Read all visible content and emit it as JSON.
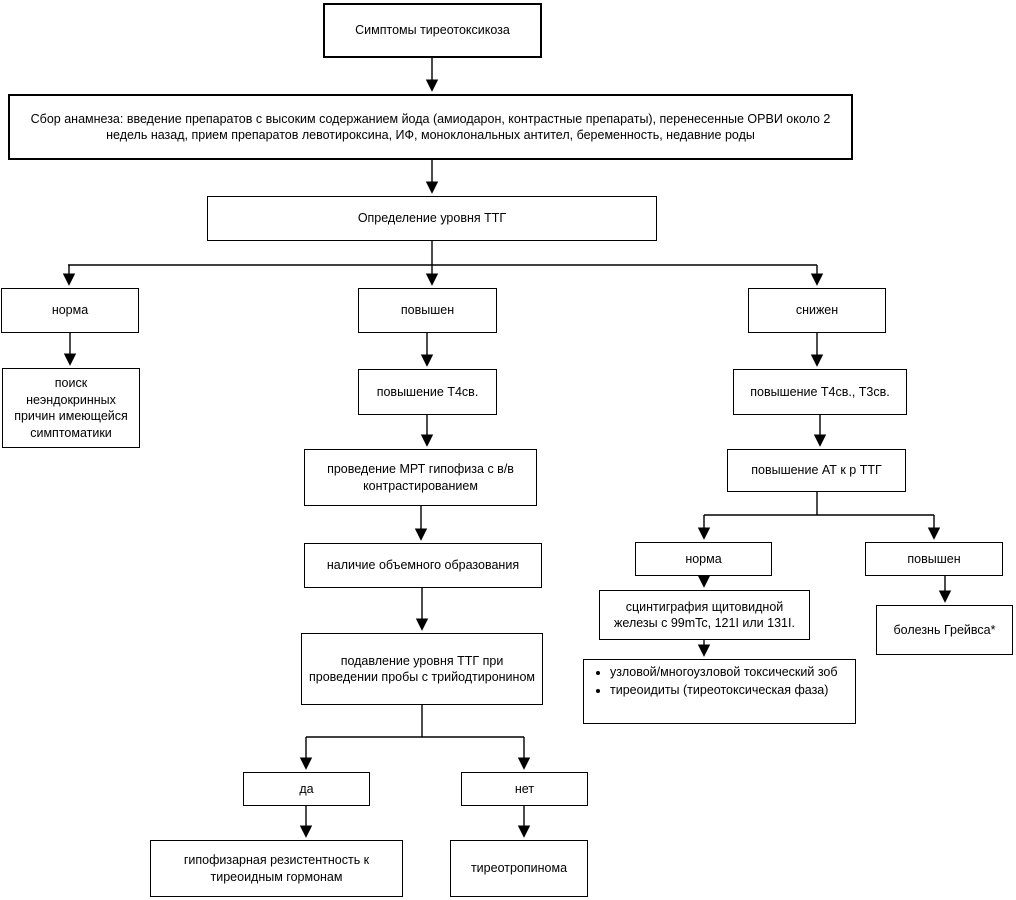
{
  "diagram_title": "Симптомы тиреотоксикоза",
  "nodes": {
    "symptoms": {
      "label": "Симптомы тиреотоксикоза"
    },
    "anamnesis": {
      "label": "Сбор анамнеза: введение препаратов с высоким содержанием йода (амиодарон, контрастные препараты), перенесенные ОРВИ около 2 недель назад, прием препаратов левотироксина, ИФ, моноклональных антител, беременность, недавние роды"
    },
    "tsh_level": {
      "label": "Определение уровня ТТГ"
    },
    "tsh_normal": {
      "label": "норма"
    },
    "tsh_elevated": {
      "label": "повышен"
    },
    "tsh_low": {
      "label": "снижен"
    },
    "nonendocrine_search": {
      "label": "поиск неэндокринных причин имеющейся симптоматики"
    },
    "t4_elevated": {
      "label": "повышение Т4св."
    },
    "pituitary_mri": {
      "label": "проведение МРТ гипофиза с в/в контрастированием"
    },
    "mass_lesion": {
      "label": "наличие объемного образования"
    },
    "tsh_suppression_test": {
      "label": "подавление уровня ТТГ при проведении пробы с трийодтиронином"
    },
    "yes": {
      "label": "да"
    },
    "no": {
      "label": "нет"
    },
    "pituitary_resistance": {
      "label": "гипофизарная резистентность к тиреоидным гормонам"
    },
    "thyrotropinoma": {
      "label": "тиреотропинома"
    },
    "t4_t3_elevated": {
      "label": "повышение Т4св., Т3св."
    },
    "trab_elevated": {
      "label": "повышение АТ к р ТТГ"
    },
    "trab_normal": {
      "label": "норма"
    },
    "trab_high": {
      "label": "повышен"
    },
    "scintigraphy": {
      "label": "сцинтиграфия щитовидной железы с 99mTc, 121I или 131I."
    },
    "graves_disease": {
      "label": "болезнь Грейвса*"
    },
    "outcomes": {
      "items": [
        "узловой/многоузловой токсический зоб",
        "тиреоидиты (тиреотоксическая фаза)"
      ]
    }
  },
  "colors": {
    "box_border": "#000000",
    "box_fill": "#ffffff",
    "line": "#000000",
    "text": "#000000",
    "background": "#ffffff"
  }
}
